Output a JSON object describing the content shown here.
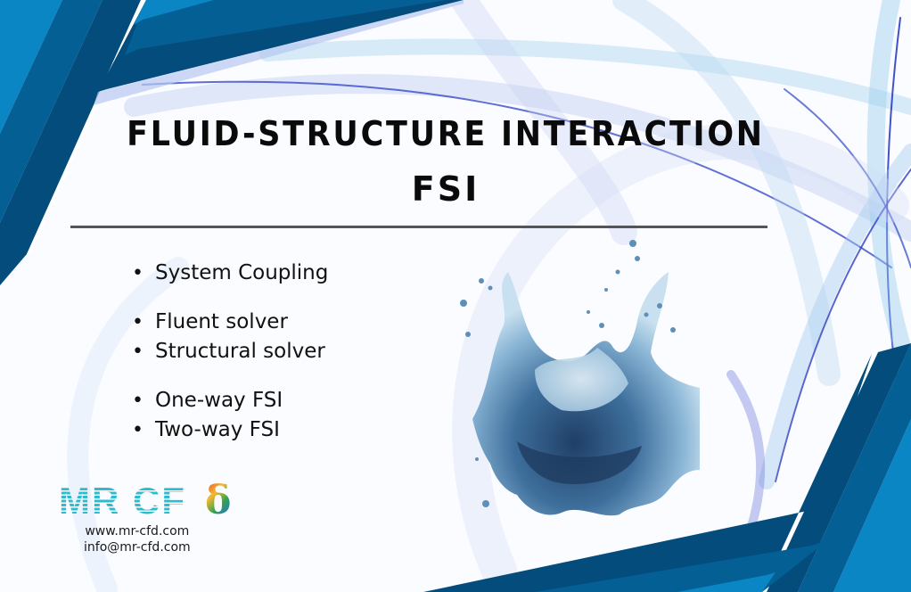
{
  "title": {
    "line1": "FLUID-STRUCTURE INTERACTION",
    "line2": "FSI"
  },
  "bullets": [
    {
      "label": "System Coupling"
    },
    {
      "label": "Fluent solver"
    },
    {
      "label": "Structural solver"
    },
    {
      "label": "One-way FSI"
    },
    {
      "label": "Two-way FSI"
    }
  ],
  "logo": {
    "text": "MR CF",
    "symbol": "δ",
    "website": "www.mr-cfd.com",
    "email": "info@mr-cfd.com"
  },
  "image": {
    "subject": "water-splash-image"
  },
  "colors": {
    "band_light": "#0a86c4",
    "band_mid": "#045f95",
    "band_dark": "#034c7c",
    "divider": "#555555",
    "logo_cyan": "#2cbcd0",
    "text": "#111111"
  }
}
